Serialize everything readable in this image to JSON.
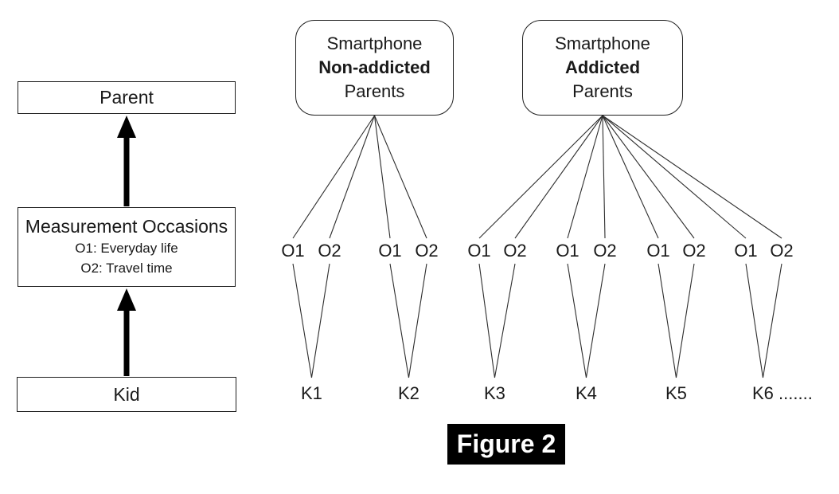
{
  "figure_label": "Figure 2",
  "left_flow": {
    "top_box": "Parent",
    "middle_box": {
      "title": "Measurement Occasions",
      "line1": "O1: Everyday life",
      "line2": "O2: Travel time"
    },
    "bottom_box": "Kid"
  },
  "groups": [
    {
      "line1": "Smartphone",
      "line2": "Non-addicted",
      "line3": "Parents",
      "kids": [
        {
          "label": "K1",
          "suffix": "",
          "o1": "O1",
          "o2": "O2"
        },
        {
          "label": "K2",
          "suffix": "",
          "o1": "O1",
          "o2": "O2"
        }
      ]
    },
    {
      "line1": "Smartphone",
      "line2": "Addicted",
      "line3": "Parents",
      "kids": [
        {
          "label": "K3",
          "suffix": "",
          "o1": "O1",
          "o2": "O2"
        },
        {
          "label": "K4",
          "suffix": "",
          "o1": "O1",
          "o2": "O2"
        },
        {
          "label": "K5",
          "suffix": "",
          "o1": "O1",
          "o2": "O2"
        },
        {
          "label": "K6",
          "suffix": " .......",
          "o1": "O1",
          "o2": "O2"
        }
      ]
    }
  ],
  "colors": {
    "line": "#2d2d2d",
    "box_border": "#1f1f1f",
    "text": "#1a1a1a",
    "figure_bg": "#000000",
    "figure_text": "#ffffff",
    "bg": "#ffffff"
  }
}
